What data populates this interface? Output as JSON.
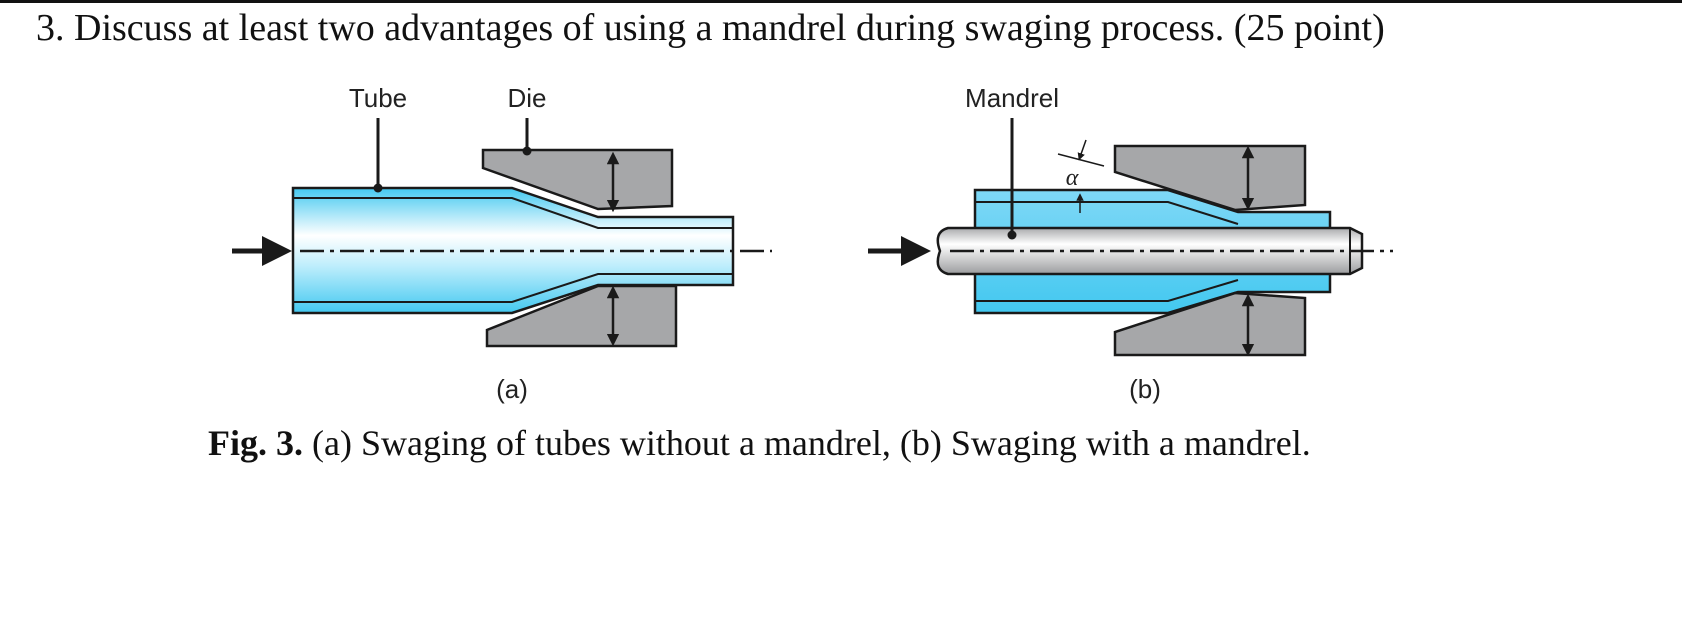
{
  "question": {
    "text": "3. Discuss at least two advantages of using a mandrel during swaging process. (25 point)"
  },
  "diagram": {
    "panel_a": {
      "labels": {
        "tube": "Tube",
        "die": "Die"
      },
      "sublabel": "(a)"
    },
    "panel_b": {
      "labels": {
        "mandrel": "Mandrel",
        "angle": "α"
      },
      "sublabel": "(b)"
    },
    "colors": {
      "tube_fill": "#43c8f0",
      "tube_highlight": "#ffffff",
      "die_fill": "#a6a7a9",
      "mandrel_fill": "#c9cacc",
      "outline": "#1a1a1a"
    }
  },
  "caption": {
    "label": "Fig. 3.",
    "text": " (a) Swaging of tubes without a mandrel, (b) Swaging with a mandrel."
  }
}
